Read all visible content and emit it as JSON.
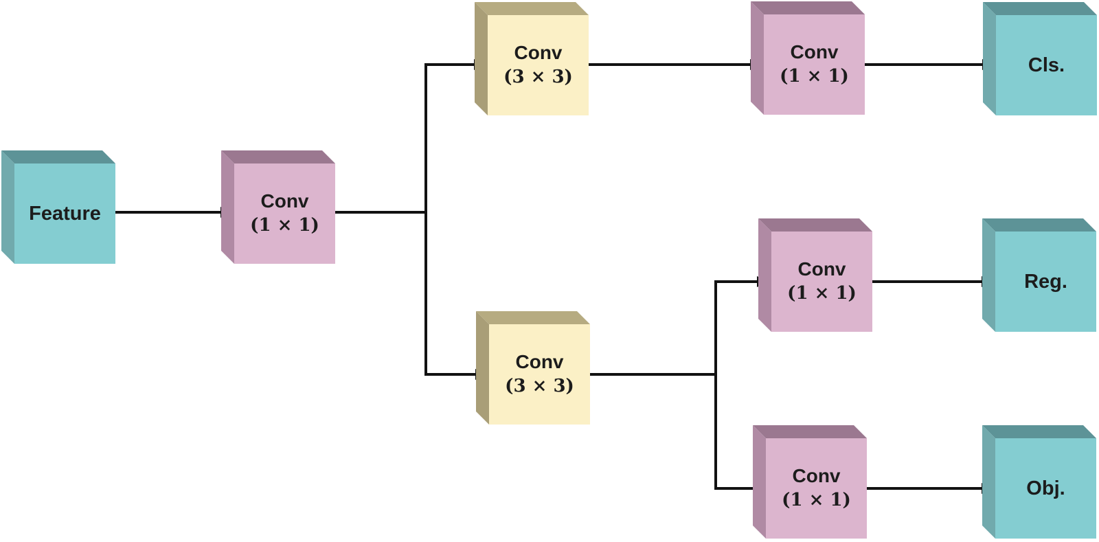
{
  "diagram_type": "neural-network-head-flow",
  "background": "#ffffff",
  "palette": {
    "teal": {
      "front": "#84cdd1",
      "top": "#5d9397",
      "side": "#71aaad"
    },
    "pink": {
      "front": "#dcb5ce",
      "top": "#9b7890",
      "side": "#b08aa4"
    },
    "yellow": {
      "front": "#fbf0c6",
      "top": "#b6ab81",
      "side": "#a99e77"
    },
    "arrow": "#121212",
    "text": "#1c1c1c"
  },
  "nodes": {
    "feature": {
      "label": "Feature"
    },
    "conv_1x1_stem": {
      "line1": "Conv",
      "line2": "(1 × 1)"
    },
    "conv_3x3_cls": {
      "line1": "Conv",
      "line2": "(3 × 3)"
    },
    "conv_1x1_cls": {
      "line1": "Conv",
      "line2": "(1 × 1)"
    },
    "cls": {
      "label": "Cls."
    },
    "conv_3x3_regobj": {
      "line1": "Conv",
      "line2": "(3 × 3)"
    },
    "conv_1x1_reg": {
      "line1": "Conv",
      "line2": "(1 × 1)"
    },
    "reg": {
      "label": "Reg."
    },
    "conv_1x1_obj": {
      "line1": "Conv",
      "line2": "(1 × 1)"
    },
    "obj": {
      "label": "Obj."
    }
  },
  "edges": [
    {
      "from": "feature",
      "to": "conv_1x1_stem"
    },
    {
      "from": "conv_1x1_stem",
      "to": "conv_3x3_cls"
    },
    {
      "from": "conv_1x1_stem",
      "to": "conv_3x3_regobj"
    },
    {
      "from": "conv_3x3_cls",
      "to": "conv_1x1_cls"
    },
    {
      "from": "conv_1x1_cls",
      "to": "cls"
    },
    {
      "from": "conv_3x3_regobj",
      "to": "conv_1x1_reg"
    },
    {
      "from": "conv_1x1_reg",
      "to": "reg"
    },
    {
      "from": "conv_3x3_regobj",
      "to": "conv_1x1_obj"
    },
    {
      "from": "conv_1x1_obj",
      "to": "obj"
    }
  ]
}
